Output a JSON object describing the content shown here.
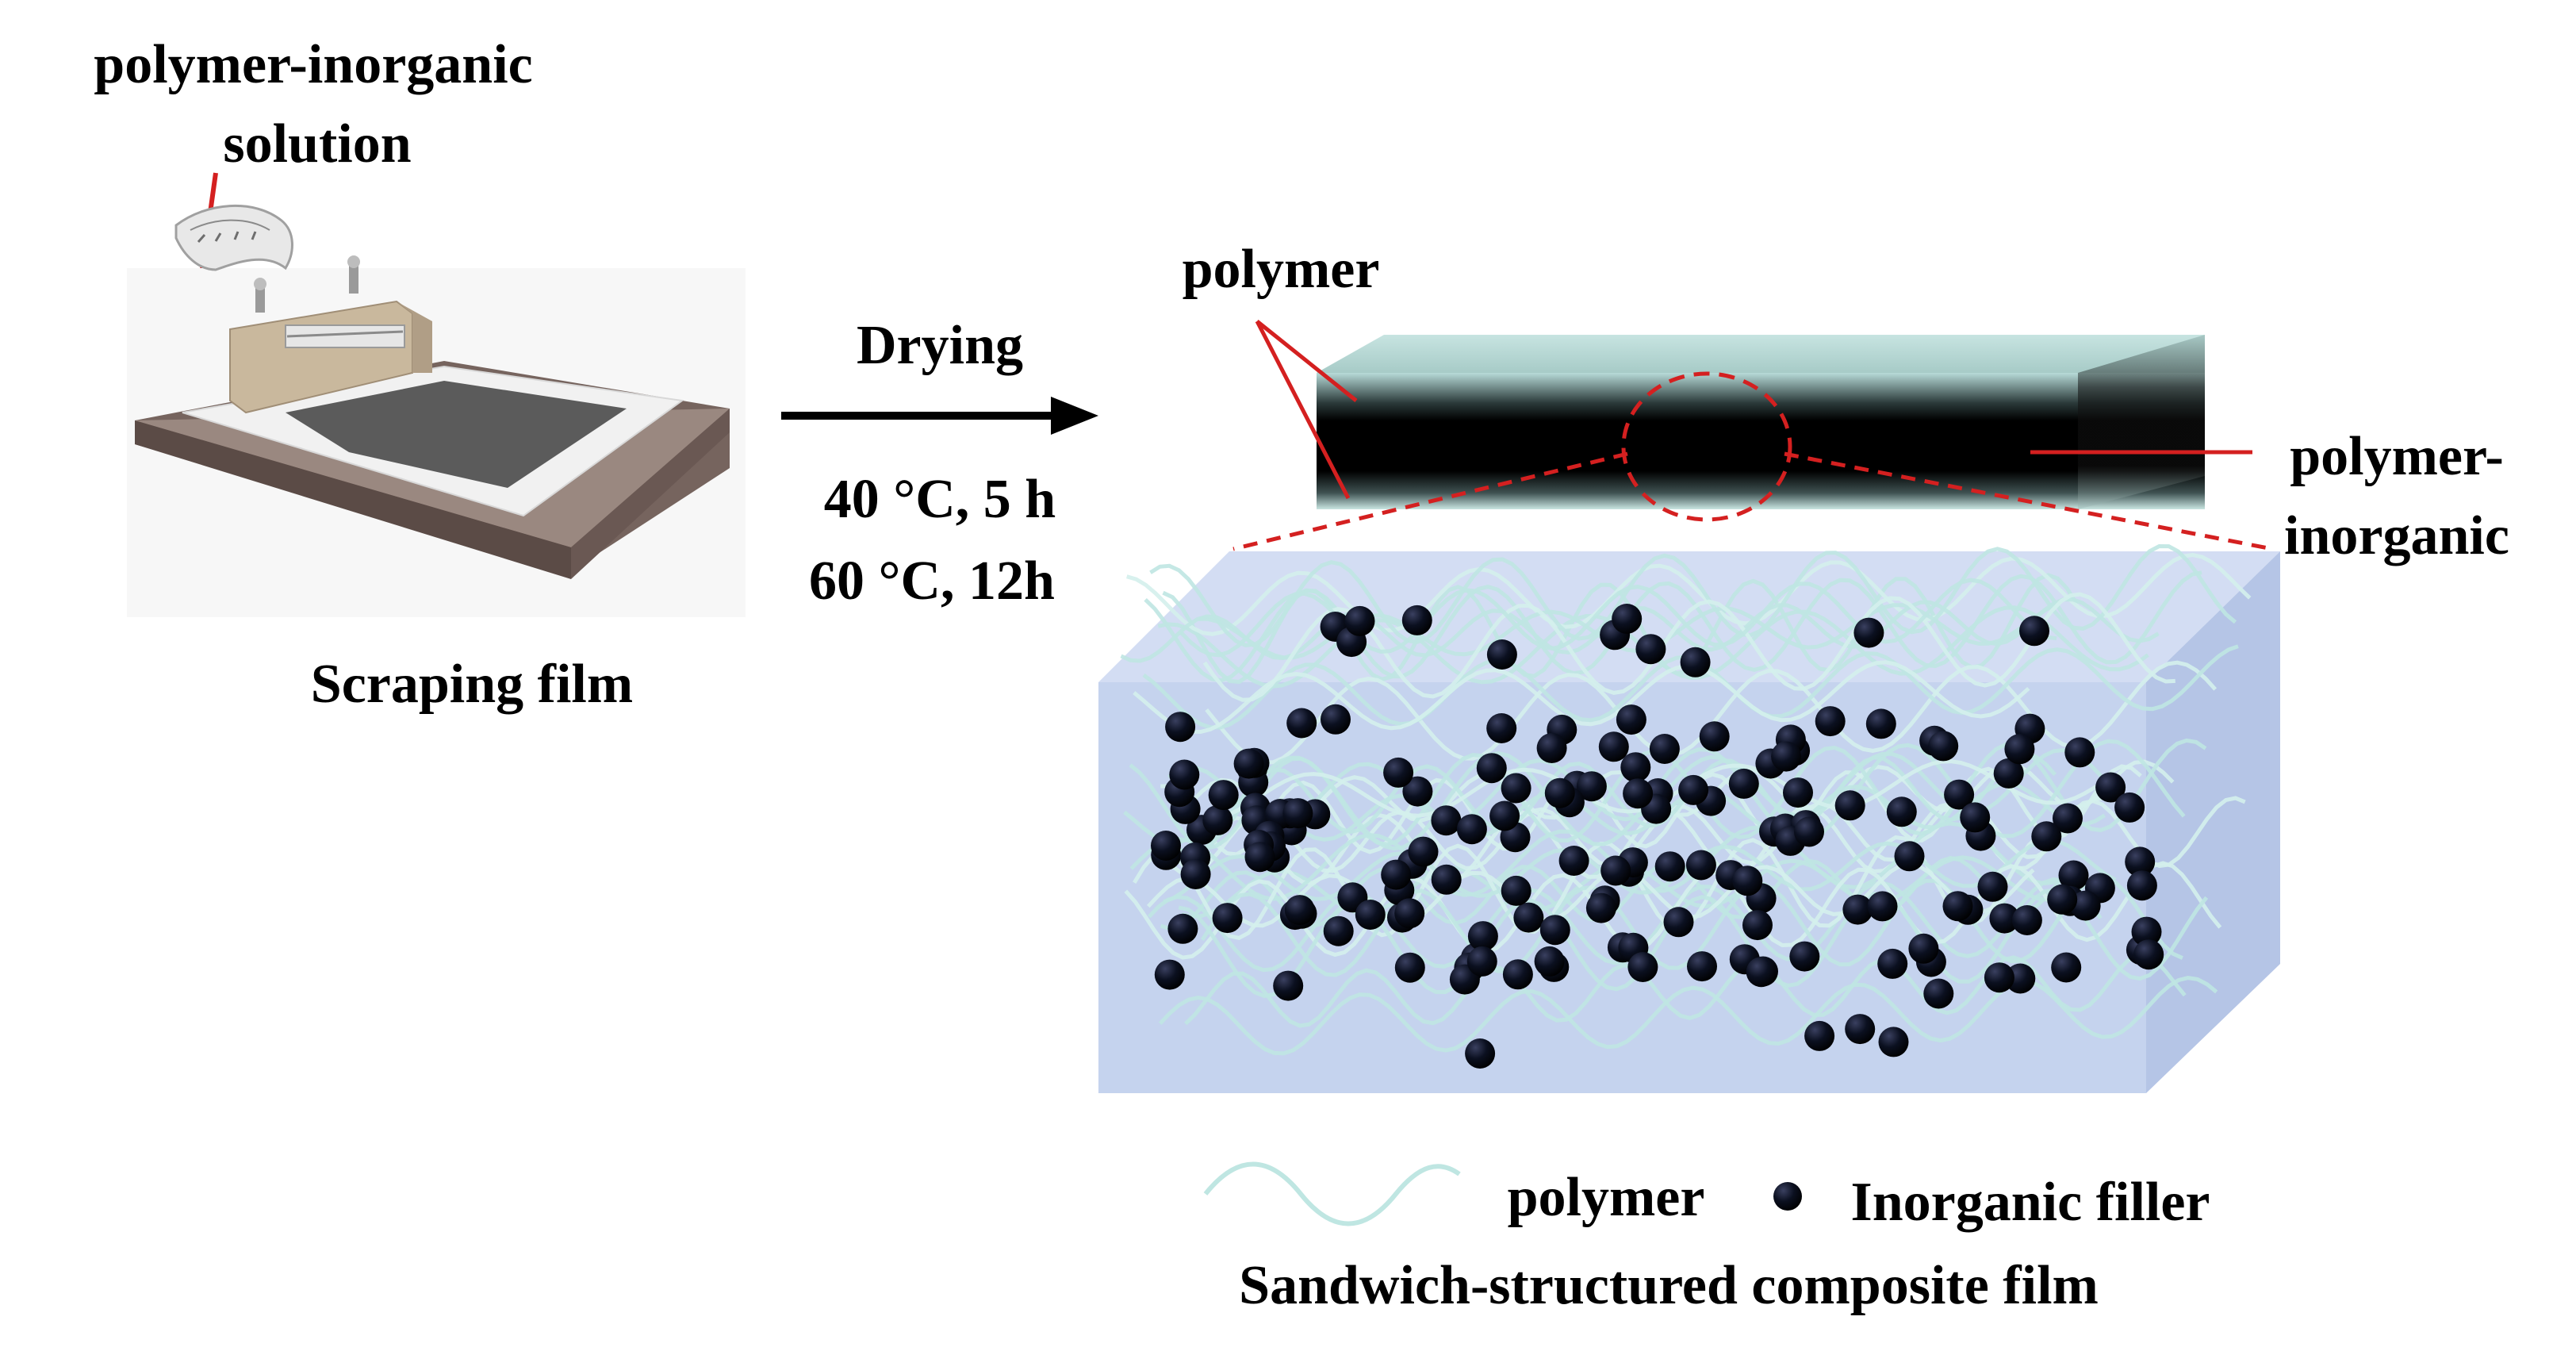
{
  "labels": {
    "solution_line1": "polymer-inorganic",
    "solution_line2": "solution",
    "scraping": "Scraping film",
    "drying": "Drying",
    "cond1": "40 °C, 5 h",
    "cond2": "60 °C, 12h",
    "top_polymer": "polymer",
    "right_line1": "polymer-",
    "right_line2": "inorganic",
    "legend_polymer": "polymer",
    "legend_filler": "Inorganic filler",
    "caption": "Sandwich-structured composite film"
  },
  "colors": {
    "line_red": "#d42020",
    "film_black": "#000000",
    "film_highlight": "#b7dbd8",
    "box_front": "#c5d3ee",
    "box_top": "#d3ddf3",
    "box_side": "#b5c5e6",
    "fiber": "#bfe6e2",
    "filler": "#0b1020",
    "base_brown": "#76645e",
    "plate_white": "#f1f1f1",
    "film_gray": "#5b5b5b",
    "blade_tan": "#c9b89d"
  },
  "icons": {
    "coater": "film-applicator-icon",
    "pour": "pouring-sheet-icon",
    "arrow": "right-arrow-icon",
    "filler_dot": "filler-dot-icon",
    "polymer_wave": "polymer-wave-icon"
  }
}
